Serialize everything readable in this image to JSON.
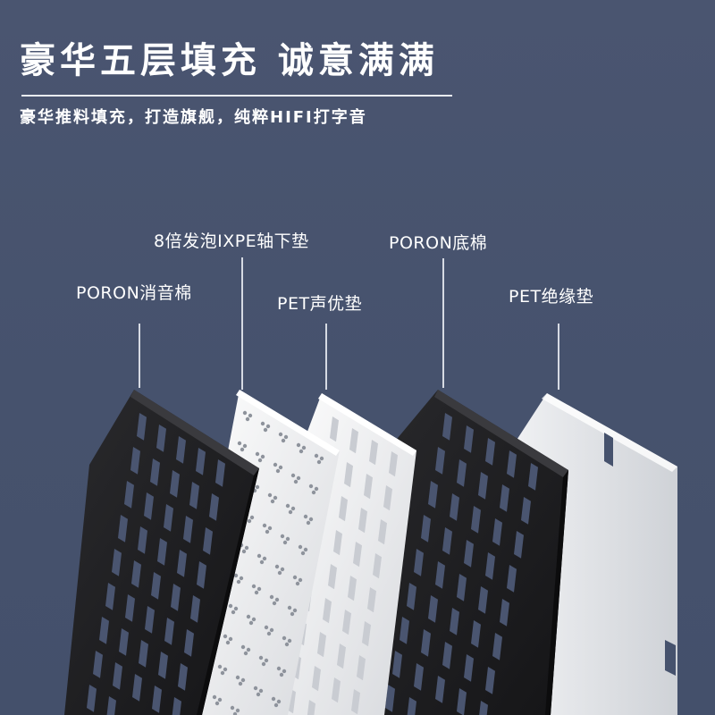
{
  "headline": "豪华五层填充 诚意满满",
  "subheadline": "豪华推料填充，打造旗舰，纯粹HIFI打字音",
  "layers": [
    {
      "label": "PORON消音棉",
      "material": "poron-foam",
      "color": "#1e1e20"
    },
    {
      "label": "8倍发泡IXPE轴下垫",
      "material": "ixpe-pad",
      "color": "#f2f2f2"
    },
    {
      "label": "PET声优垫",
      "material": "pet-sound-pad",
      "color": "#f7f7f7"
    },
    {
      "label": "PORON底棉",
      "material": "poron-bottom-foam",
      "color": "#1e1e20"
    },
    {
      "label": "PET绝缘垫",
      "material": "pet-insulation-pad",
      "color": "#f4f4f4"
    }
  ],
  "colors": {
    "background": "#4a5570",
    "text": "#ffffff",
    "leader_line": "#d6dae3"
  }
}
